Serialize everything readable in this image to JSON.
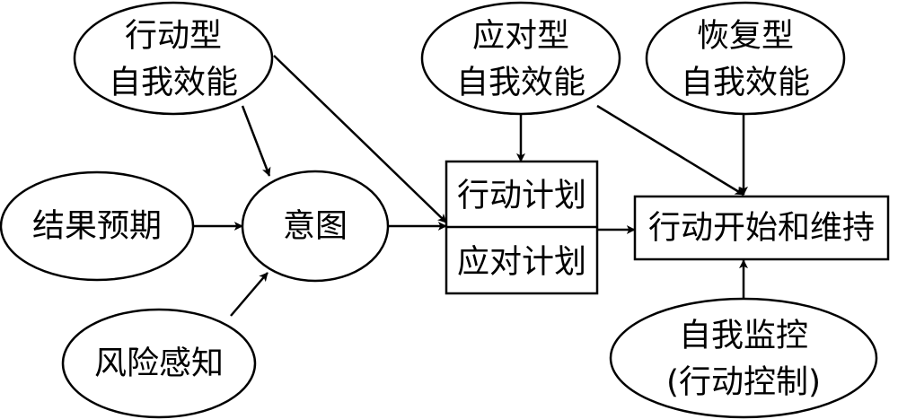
{
  "nodes": {
    "action_self_efficacy": {
      "line1": "行动型",
      "line2": "自我效能"
    },
    "coping_self_efficacy": {
      "line1": "应对型",
      "line2": "自我效能"
    },
    "recovery_self_efficacy": {
      "line1": "恢复型",
      "line2": "自我效能"
    },
    "outcome_expectancy": {
      "label": "结果预期"
    },
    "intention": {
      "label": "意图"
    },
    "risk_perception": {
      "label": "风险感知"
    },
    "action_planning": {
      "label": "行动计划"
    },
    "coping_planning": {
      "label": "应对计划"
    },
    "action_initiation": {
      "label": "行动开始和维持"
    },
    "self_monitoring": {
      "line1": "自我监控",
      "line2": "(行动控制)"
    }
  },
  "colors": {
    "stroke": "#000000",
    "fill": "#ffffff"
  }
}
